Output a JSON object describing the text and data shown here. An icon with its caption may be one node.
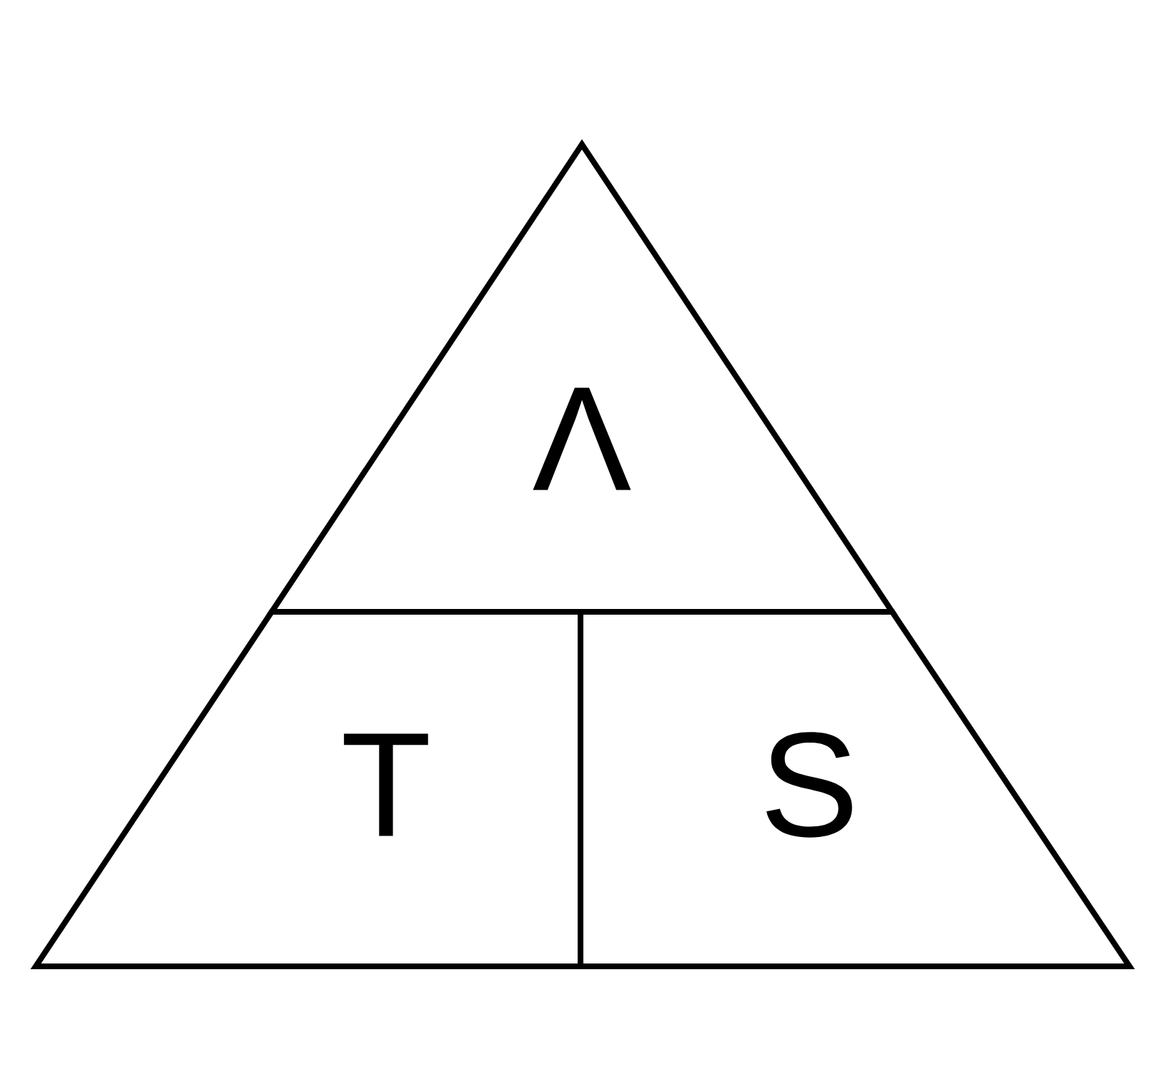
{
  "diagram": {
    "nodes": [
      {
        "text": [
          "Λ"
        ]
      },
      {
        "text": [
          "T"
        ]
      },
      {
        "text": [
          "S"
        ]
      }
    ]
  }
}
